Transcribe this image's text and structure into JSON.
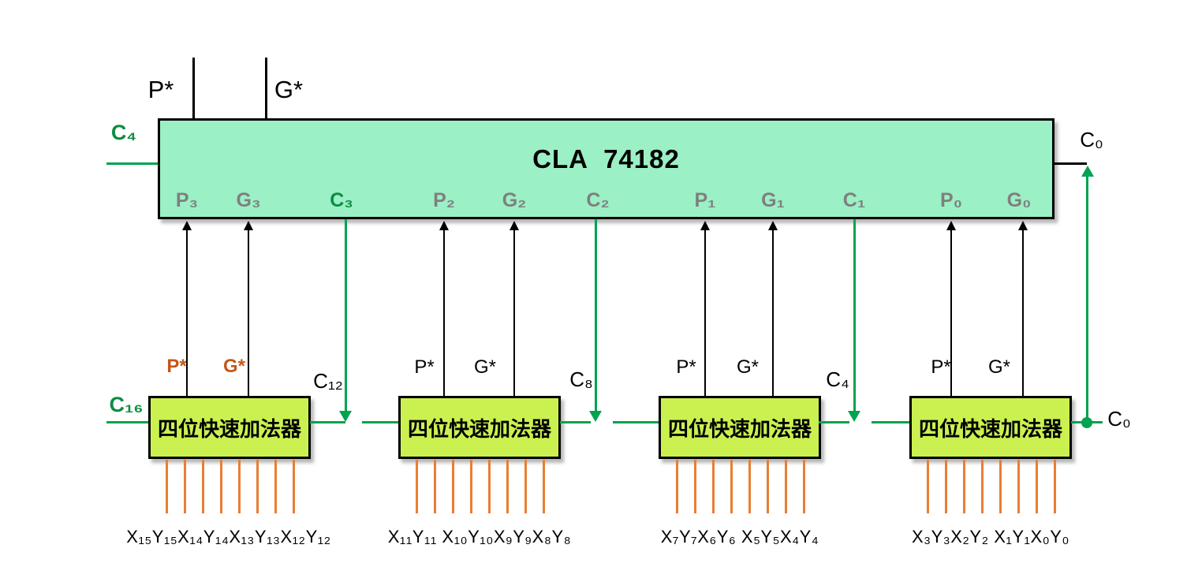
{
  "colors": {
    "cla_fill": "#9BF0C5",
    "adder_fill": "#CBF150",
    "wire_green": "#00A34F",
    "wire_orange": "#E97E33",
    "pin_gray": "#7F7F7F",
    "label_green": "#0E8C43",
    "label_orange": "#C4581A"
  },
  "cla": {
    "title": "CLA  74182",
    "p_star_out": "P*",
    "g_star_out": "G*",
    "carry_in_left": "C₄",
    "carry_out_top_right": "C₀",
    "pins": {
      "p3": "P₃",
      "g3": "G₃",
      "c3": "C₃",
      "p2": "P₂",
      "g2": "G₂",
      "c2": "C₂",
      "p1": "P₁",
      "g1": "G₁",
      "c1": "C₁",
      "p0": "P₀",
      "g0": "G₀"
    }
  },
  "carry_wires": {
    "c16": "C₁₆",
    "c12": "C₁₂",
    "c8": "C₈",
    "c4": "C₄",
    "c0_bottom": "C₀"
  },
  "adders": [
    {
      "label": "四位快速加法器",
      "p": "P*",
      "g": "G*",
      "inputs": "X₁₅Y₁₅X₁₄Y₁₄X₁₃Y₁₃X₁₂Y₁₂"
    },
    {
      "label": "四位快速加法器",
      "p": "P*",
      "g": "G*",
      "inputs": "X₁₁Y₁₁ X₁₀Y₁₀X₉Y₉X₈Y₈"
    },
    {
      "label": "四位快速加法器",
      "p": "P*",
      "g": "G*",
      "inputs": "X₇Y₇X₆Y₆ X₅Y₅X₄Y₄"
    },
    {
      "label": "四位快速加法器",
      "p": "P*",
      "g": "G*",
      "inputs": "X₃Y₃X₂Y₂ X₁Y₁X₀Y₀"
    }
  ]
}
